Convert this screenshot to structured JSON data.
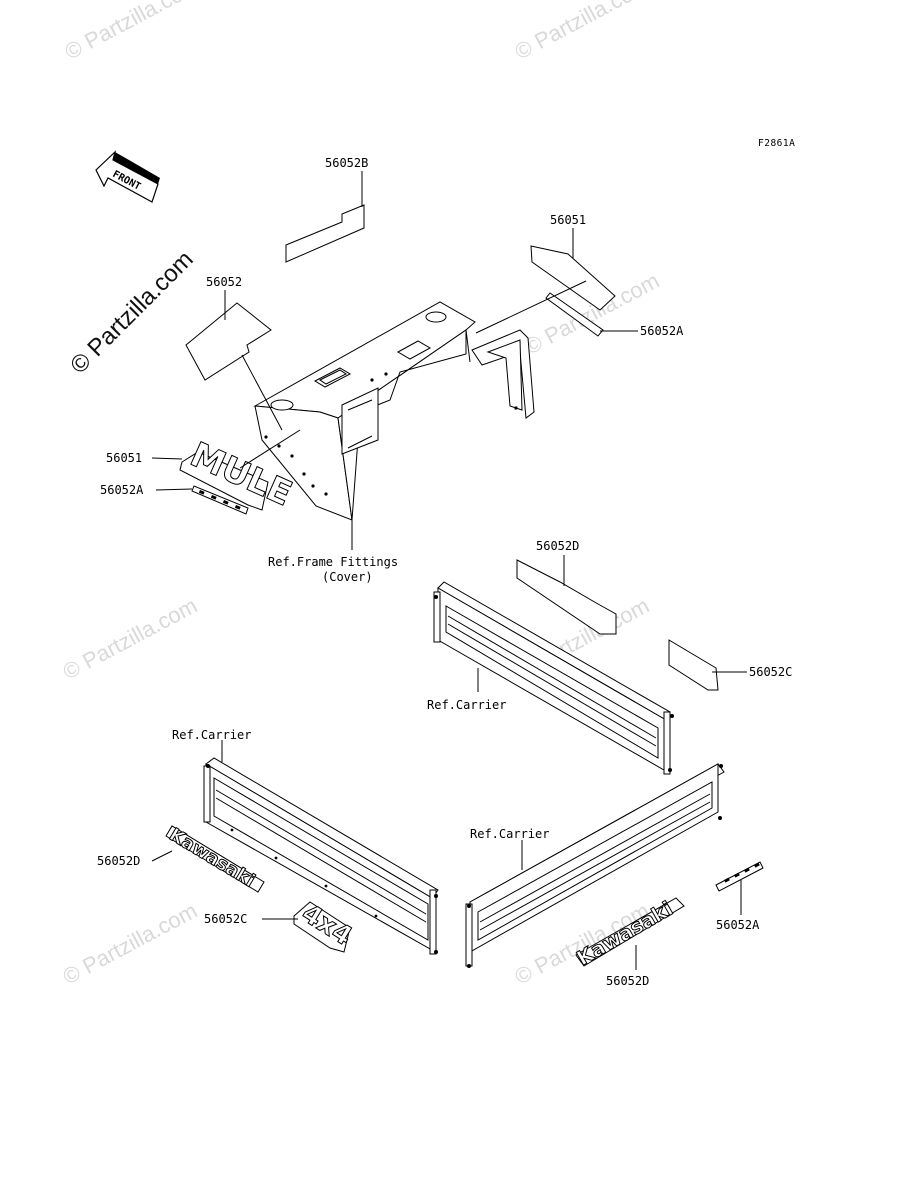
{
  "diagram": {
    "figure_code": "F2861A",
    "front_label": "FRONT",
    "watermark": "© Partzilla.com",
    "callouts": {
      "c_56052B": "56052B",
      "c_56051_top": "56051",
      "c_56052": "56052",
      "c_56052A_top": "56052A",
      "c_56051_left": "56051",
      "c_56052A_left": "56052A",
      "ref_frame_1": "Ref.Frame Fittings",
      "ref_frame_2": "(Cover)",
      "c_56052D_mid": "56052D",
      "c_56052C_right": "56052C",
      "ref_carrier_mid": "Ref.Carrier",
      "ref_carrier_left": "Ref.Carrier",
      "ref_carrier_right": "Ref.Carrier",
      "c_56052D_left": "56052D",
      "c_56052C_left": "56052C",
      "c_56052A_right": "56052A",
      "c_56052D_bottom": "56052D"
    },
    "emblems": {
      "mule": "MULE",
      "kawasaki_left": "Kawasaki",
      "kawasaki_right": "Kawasaki",
      "fourbyfour": "4x4"
    }
  }
}
